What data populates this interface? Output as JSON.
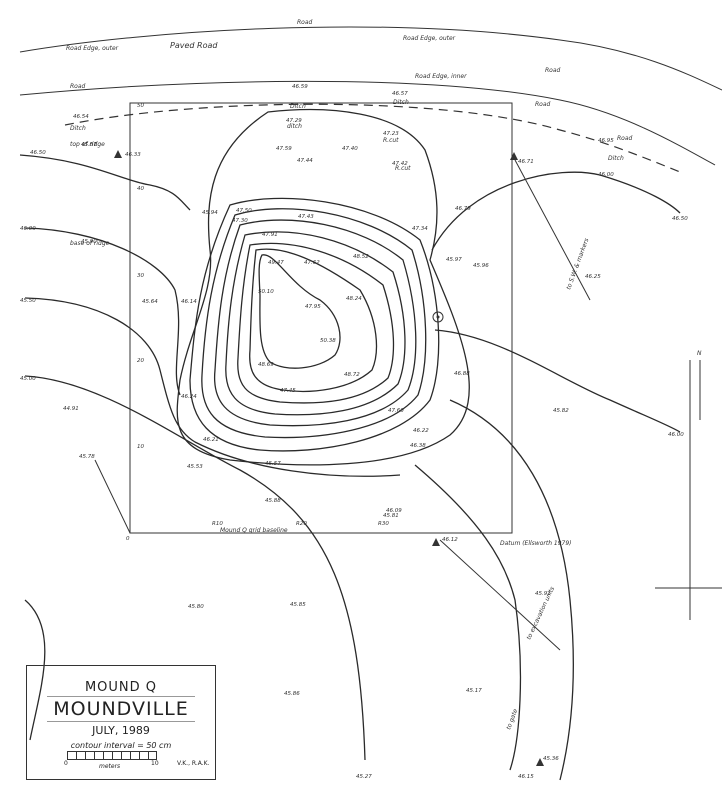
{
  "roads": {
    "outer_edge_left": "Road Edge, outer",
    "road_name": "Paved Road",
    "road_label_top": "Road",
    "road_edge_top": "Road Edge, outer",
    "road_edge_inner": "Road Edge, inner",
    "road_right": "Road",
    "road_left": "Road",
    "ditch": "Ditch"
  },
  "grid": {
    "x0": "0",
    "y10": "10",
    "y20": "20",
    "y30": "30",
    "y40": "40",
    "y50": "50",
    "x10": "R10",
    "x20": "R20",
    "x30": "R30",
    "baseline_label": "Mound Q grid baseline",
    "datum_label": "Datum (Ellsworth 1979)",
    "north": "N"
  },
  "contours": {
    "c4650_left": "46.50",
    "c4600_left": "46.00",
    "c4550_left": "45.50",
    "c4500_left": "45.00",
    "c4650_right": "46.50",
    "c4600_right": "46.00",
    "c4625_right": "46.25"
  },
  "elevations": [
    {
      "id": "e-4587-a",
      "text": "45.87"
    },
    {
      "id": "e-4633",
      "text": "46.33"
    },
    {
      "id": "e-4659",
      "text": "46.59"
    },
    {
      "id": "e-4654",
      "text": "46.54"
    },
    {
      "id": "e-4657",
      "text": "46.57"
    },
    {
      "id": "e-4729",
      "text": "47.29"
    },
    {
      "id": "e-4723",
      "text": "47.23"
    },
    {
      "id": "e-4759",
      "text": "47.59"
    },
    {
      "id": "e-4740",
      "text": "47.40"
    },
    {
      "id": "e-4744",
      "text": "47.44"
    },
    {
      "id": "e-4742",
      "text": "47.42"
    },
    {
      "id": "e-4671",
      "text": "46.71"
    },
    {
      "id": "e-4695",
      "text": "46.95"
    },
    {
      "id": "e-4679",
      "text": "46.79"
    },
    {
      "id": "e-4600",
      "text": "46.00"
    },
    {
      "id": "e-4730",
      "text": "47.30"
    },
    {
      "id": "e-4750",
      "text": "47.50"
    },
    {
      "id": "e-4743",
      "text": "47.43"
    },
    {
      "id": "e-4734",
      "text": "47.34"
    },
    {
      "id": "e-4594",
      "text": "45.94"
    },
    {
      "id": "e-4597",
      "text": "45.97"
    },
    {
      "id": "e-4590",
      "text": "45.90"
    },
    {
      "id": "e-4596",
      "text": "45.96"
    },
    {
      "id": "e-4564",
      "text": "45.64"
    },
    {
      "id": "e-4614",
      "text": "46.14"
    },
    {
      "id": "e-4791",
      "text": "47.91"
    },
    {
      "id": "e-5010",
      "text": "50.10"
    },
    {
      "id": "e-4795",
      "text": "47.95"
    },
    {
      "id": "e-4824",
      "text": "48.24"
    },
    {
      "id": "e-4852",
      "text": "48.52"
    },
    {
      "id": "e-4762",
      "text": "47.62"
    },
    {
      "id": "e-4688",
      "text": "46.88"
    },
    {
      "id": "e-4947",
      "text": "49.47"
    },
    {
      "id": "e-5038",
      "text": "50.38"
    },
    {
      "id": "e-4869",
      "text": "48.69"
    },
    {
      "id": "e-4872",
      "text": "48.72"
    },
    {
      "id": "e-4745",
      "text": "47.45"
    },
    {
      "id": "e-4760",
      "text": "47.60"
    },
    {
      "id": "e-4621",
      "text": "46.21"
    },
    {
      "id": "e-4624",
      "text": "46.24"
    },
    {
      "id": "e-4582",
      "text": "45.82"
    },
    {
      "id": "e-4491",
      "text": "44.91"
    },
    {
      "id": "e-4578",
      "text": "45.78"
    },
    {
      "id": "e-4553",
      "text": "45.53"
    },
    {
      "id": "e-4557",
      "text": "45.57"
    },
    {
      "id": "e-4588",
      "text": "45.88"
    },
    {
      "id": "e-4638",
      "text": "46.38"
    },
    {
      "id": "e-4581",
      "text": "45.81"
    },
    {
      "id": "e-4609",
      "text": "46.09"
    },
    {
      "id": "e-4612",
      "text": "46.12"
    },
    {
      "id": "e-4580",
      "text": "45.80"
    },
    {
      "id": "e-4585",
      "text": "45.85"
    },
    {
      "id": "e-4591",
      "text": "45.91"
    },
    {
      "id": "e-4586",
      "text": "45.86"
    },
    {
      "id": "e-4517",
      "text": "45.17"
    },
    {
      "id": "e-4536",
      "text": "45.36"
    },
    {
      "id": "e-4527",
      "text": "45.27"
    },
    {
      "id": "e-4622",
      "text": "46.22"
    },
    {
      "id": "e-4615",
      "text": "46.15"
    }
  ],
  "annotations": {
    "top_of_ridge": "top of ridge",
    "base_of_ridge": "base of ridge",
    "cut": "R.cut",
    "ditch_small": "ditch",
    "to_gate": "to gate",
    "to_markers": "to S.W. & markers",
    "to_excavation": "to excavation units"
  },
  "title_block": {
    "site_line": "MOUND Q",
    "place_line": "MOUNDVILLE",
    "date_line": "JULY, 1989",
    "contour_interval": "contour interval = 50 cm",
    "scale_start": "0",
    "scale_end": "10",
    "scale_unit": "meters",
    "initials": "V.K., R.A.K."
  },
  "colors": {
    "ink": "#2a2a2a",
    "paper": "#ffffff"
  }
}
